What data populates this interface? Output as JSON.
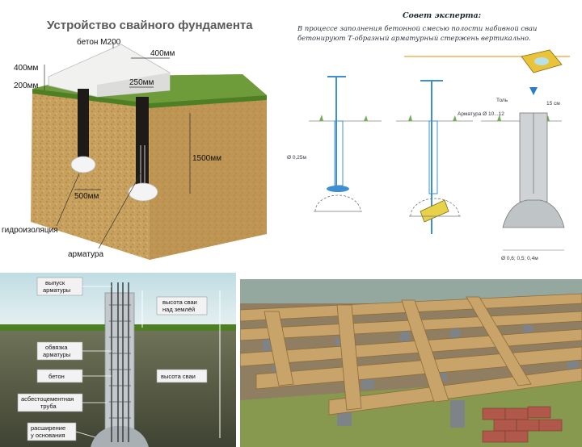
{
  "top_left": {
    "title": "Устройство свайного фундамента",
    "labels": {
      "concrete": "бетон М200",
      "d400_left": "400мм",
      "d400_top": "400мм",
      "d200": "200мм",
      "d250": "250мм",
      "d1500": "1500мм",
      "d500": "500мм",
      "waterproofing": "гидроизоляция",
      "rebar": "арматура"
    }
  },
  "top_right": {
    "heading": "Совет эксперта:",
    "text_line1": "В процессе заполнения бетонной смесью полости набивной сваи",
    "text_line2": "бетонируют Т-образный арматурный стержень вертикально.",
    "labels": {
      "diameter_left": "Ø 0,25м",
      "rebar_diameter": "Арматура Ø 10...12",
      "tol": "Толь",
      "cm15": "15 см",
      "diameter_bottom": "Ø 0,6; 0,5; 0,4м"
    }
  },
  "bottom_left": {
    "labels": {
      "rebar_outlet_1": "выпуск",
      "rebar_outlet_2": "арматуры",
      "pile_height_above_1": "высота сваи",
      "pile_height_above_2": "над землёй",
      "rebar_tie_1": "обвязка",
      "rebar_tie_2": "арматуры",
      "concrete": "бетон",
      "pile_height": "высота сваи",
      "pipe_1": "асбестоцементная",
      "pipe_2": "труба",
      "base_1": "расширение",
      "base_2": "у основания"
    }
  },
  "colors": {
    "soil": "#c9a15e",
    "grass": "#6f9c3a",
    "pile_blue": "#3f8fd0",
    "title_gray": "#5c5a58",
    "timber": "#c8a36a"
  }
}
